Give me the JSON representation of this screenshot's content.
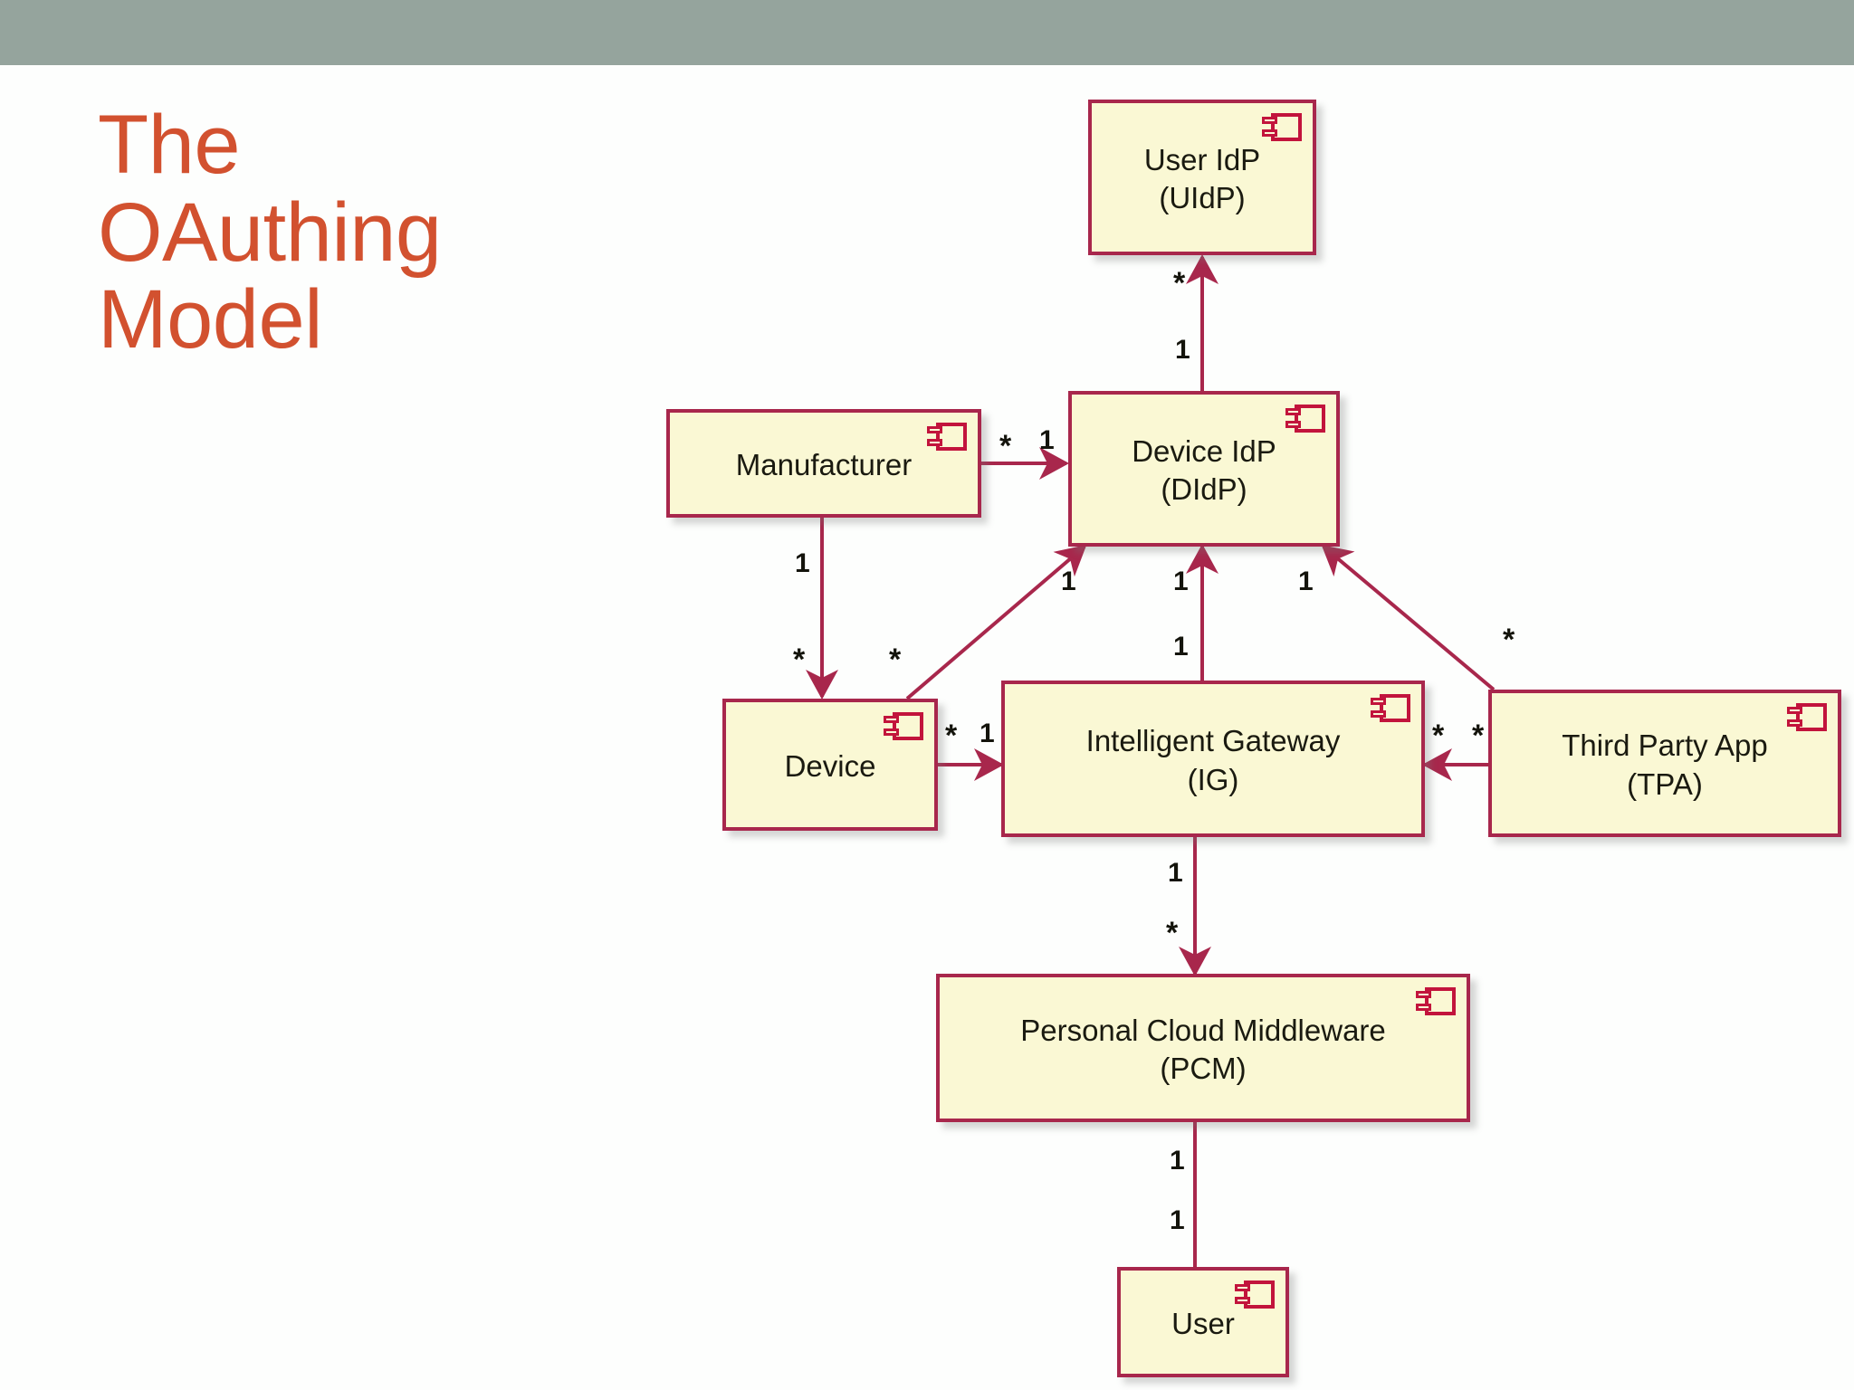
{
  "slide": {
    "title": "The\nOAuthing\nModel",
    "title_color": "#d2512f",
    "top_bar_color": "#95a49d"
  },
  "diagram": {
    "kind": "uml-component-diagram",
    "component_fill": "#faf8d4",
    "component_border": "#a8274c",
    "connector_color": "#a8274c",
    "components": [
      {
        "id": "uidp",
        "label": "User IdP\n(UIdP)",
        "icon": "uml-component-icon"
      },
      {
        "id": "didp",
        "label": "Device IdP\n(DIdP)",
        "icon": "uml-component-icon"
      },
      {
        "id": "manufacturer",
        "label": "Manufacturer",
        "icon": "uml-component-icon"
      },
      {
        "id": "device",
        "label": "Device",
        "icon": "uml-component-icon"
      },
      {
        "id": "ig",
        "label": "Intelligent Gateway\n(IG)",
        "icon": "uml-component-icon"
      },
      {
        "id": "tpa",
        "label": "Third Party App\n(TPA)",
        "icon": "uml-component-icon"
      },
      {
        "id": "pcm",
        "label": "Personal Cloud Middleware\n(PCM)",
        "icon": "uml-component-icon"
      },
      {
        "id": "user",
        "label": "User",
        "icon": "uml-component-icon"
      }
    ],
    "connectors": [
      {
        "id": "didp-uidp",
        "from": "didp",
        "to": "uidp",
        "arrow": true,
        "source_mult": "1",
        "target_mult": "*"
      },
      {
        "id": "manufacturer-didp",
        "from": "manufacturer",
        "to": "didp",
        "arrow": true,
        "source_mult": "*",
        "target_mult": "1"
      },
      {
        "id": "manufacturer-device",
        "from": "manufacturer",
        "to": "device",
        "arrow": true,
        "source_mult": "1",
        "target_mult": "*"
      },
      {
        "id": "device-didp",
        "from": "device",
        "to": "didp",
        "arrow": true,
        "source_mult": "*",
        "target_mult": "1"
      },
      {
        "id": "device-ig",
        "from": "device",
        "to": "ig",
        "arrow": true,
        "source_mult": "*",
        "target_mult": "1"
      },
      {
        "id": "ig-didp",
        "from": "ig",
        "to": "didp",
        "arrow": true,
        "source_mult": "1",
        "target_mult": "1"
      },
      {
        "id": "tpa-didp",
        "from": "tpa",
        "to": "didp",
        "arrow": true,
        "source_mult": "*",
        "target_mult": "1"
      },
      {
        "id": "tpa-ig",
        "from": "tpa",
        "to": "ig",
        "arrow": true,
        "source_mult": "*",
        "target_mult": "*"
      },
      {
        "id": "ig-pcm",
        "from": "ig",
        "to": "pcm",
        "arrow": true,
        "source_mult": "1",
        "target_mult": "*"
      },
      {
        "id": "pcm-user",
        "from": "pcm",
        "to": "user",
        "arrow": false,
        "source_mult": "1",
        "target_mult": "1"
      }
    ],
    "multiplicity_labels": {
      "didp_uidp_target": "*",
      "didp_uidp_source": "1",
      "manufacturer_didp_source": "*",
      "manufacturer_didp_target": "1",
      "manufacturer_device_source": "1",
      "manufacturer_device_target": "*",
      "device_didp_source": "*",
      "device_didp_target": "1",
      "device_ig_source": "*",
      "device_ig_target": "1",
      "ig_didp_source": "1",
      "ig_didp_target": "1",
      "tpa_didp_source": "*",
      "tpa_didp_target": "1",
      "tpa_ig_source": "*",
      "tpa_ig_target": "*",
      "ig_pcm_source": "1",
      "ig_pcm_target": "*",
      "pcm_user_source": "1",
      "pcm_user_target": "1"
    }
  }
}
